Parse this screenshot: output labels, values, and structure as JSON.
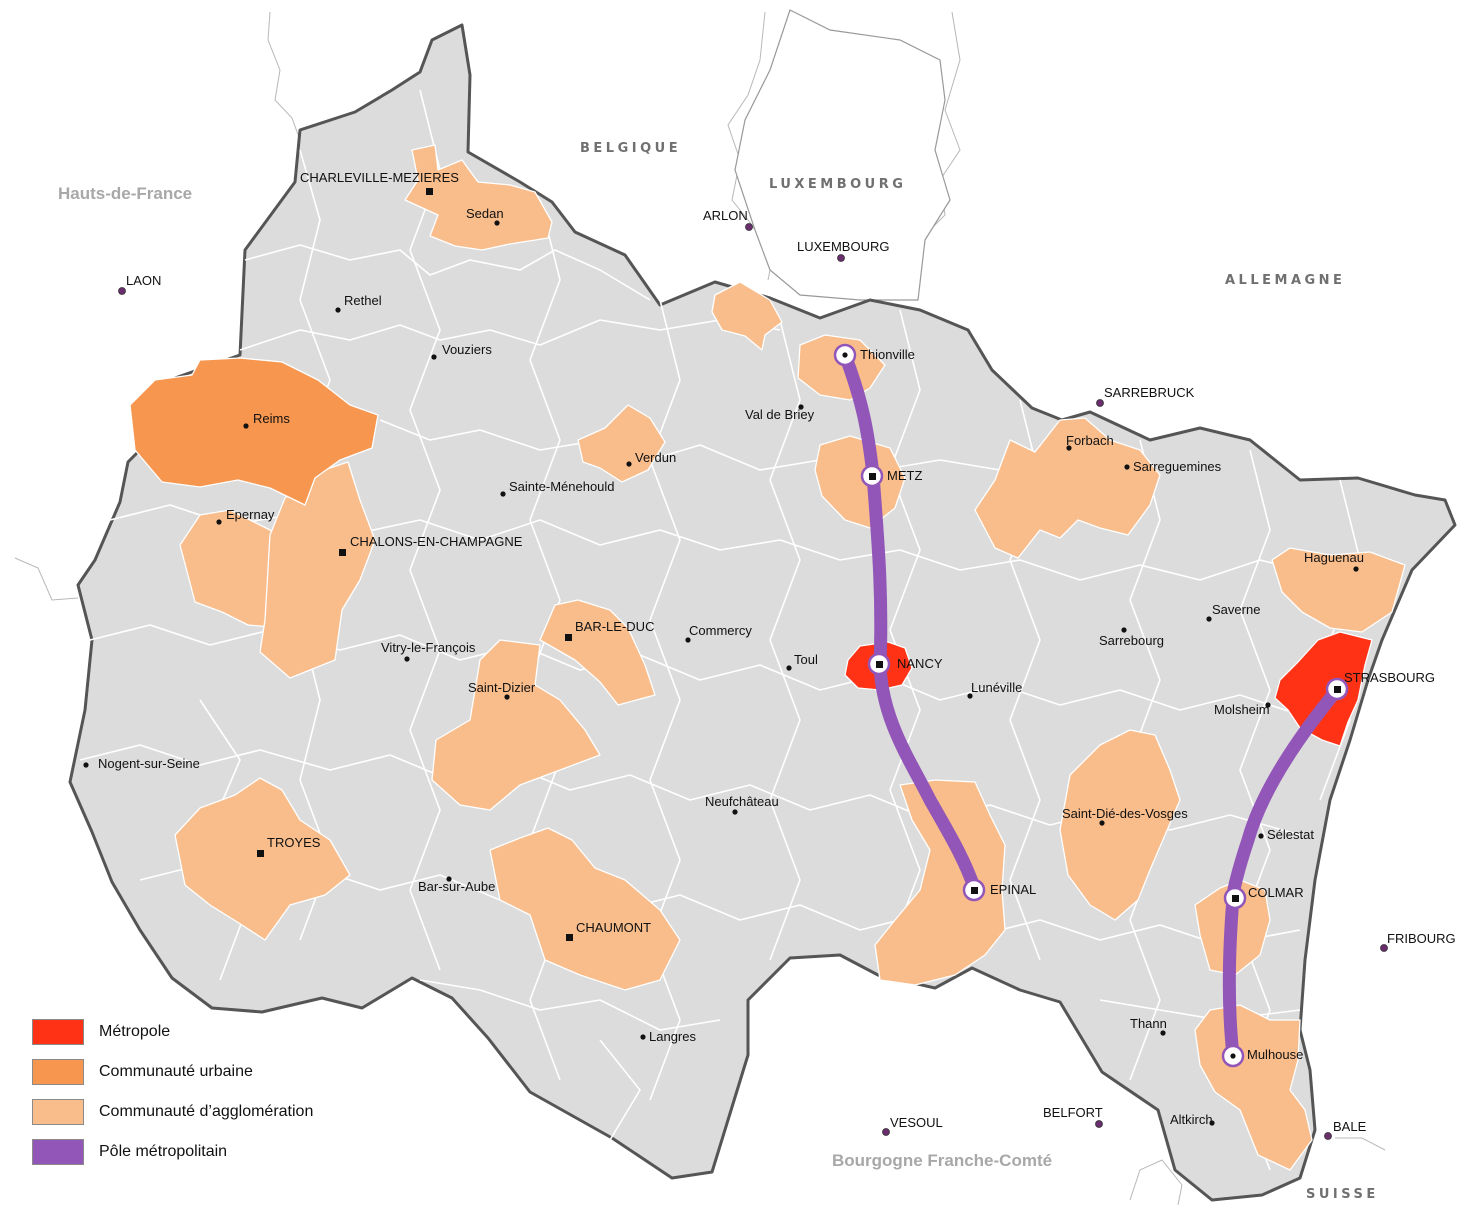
{
  "colors": {
    "land": "#dcdcdc",
    "metropole": "#ff3216",
    "communaute_urbaine": "#f7964f",
    "agglomeration": "#f9bd8c",
    "pole": "#9256b8",
    "border": "#555555",
    "inner": "#ffffff"
  },
  "regions": {
    "hauts_de_france": "Hauts-de-France",
    "bourgogne": "Bourgogne Franche-Comté"
  },
  "countries": {
    "belgique": "BELGIQUE",
    "luxembourg": "LUXEMBOURG",
    "allemagne": "ALLEMAGNE",
    "suisse": "SUISSE"
  },
  "foreign_cities": {
    "laon": "LAON",
    "arlon": "ARLON",
    "luxembourg": "LUXEMBOURG",
    "sarrebruck": "SARREBRUCK",
    "fribourg": "FRIBOURG",
    "bale": "BALE",
    "vesoul": "VESOUL",
    "belfort": "BELFORT"
  },
  "cities": {
    "charleville": "CHARLEVILLE-MEZIERES",
    "sedan": "Sedan",
    "rethel": "Rethel",
    "vouziers": "Vouziers",
    "reims": "Reims",
    "epernay": "Epernay",
    "chalons": "CHALONS-EN-CHAMPAGNE",
    "sainte_menehould": "Sainte-Ménehould",
    "verdun": "Verdun",
    "val_de_briey": "Val de Briey",
    "thionville": "Thionville",
    "metz": "METZ",
    "forbach": "Forbach",
    "sarreguemines": "Sarreguemines",
    "haguenau": "Haguenau",
    "saverne": "Saverne",
    "sarrebourg": "Sarrebourg",
    "strasbourg": "STRASBOURG",
    "molsheim": "Molsheim",
    "luneville": "Lunéville",
    "nancy": "NANCY",
    "toul": "Toul",
    "commercy": "Commercy",
    "bar_le_duc": "BAR-LE-DUC",
    "vitry": "Vitry-le-François",
    "saint_dizier": "Saint-Dizier",
    "nogent": "Nogent-sur-Seine",
    "troyes": "TROYES",
    "bar_sur_aube": "Bar-sur-Aube",
    "chaumont": "CHAUMONT",
    "neufchateau": "Neufchâteau",
    "epinal": "EPINAL",
    "saint_die": "Saint-Dié-des-Vosges",
    "selestat": "Sélestat",
    "colmar": "COLMAR",
    "thann": "Thann",
    "mulhouse": "Mulhouse",
    "altkirch": "Altkirch",
    "langres": "Langres"
  },
  "legend": [
    {
      "label": "Métropole",
      "color": "#ff3216"
    },
    {
      "label": "Communauté urbaine",
      "color": "#f7964f"
    },
    {
      "label": "Communauté d’agglomération",
      "color": "#f9bd8c"
    },
    {
      "label": "Pôle métropolitain",
      "color": "#9256b8"
    }
  ]
}
